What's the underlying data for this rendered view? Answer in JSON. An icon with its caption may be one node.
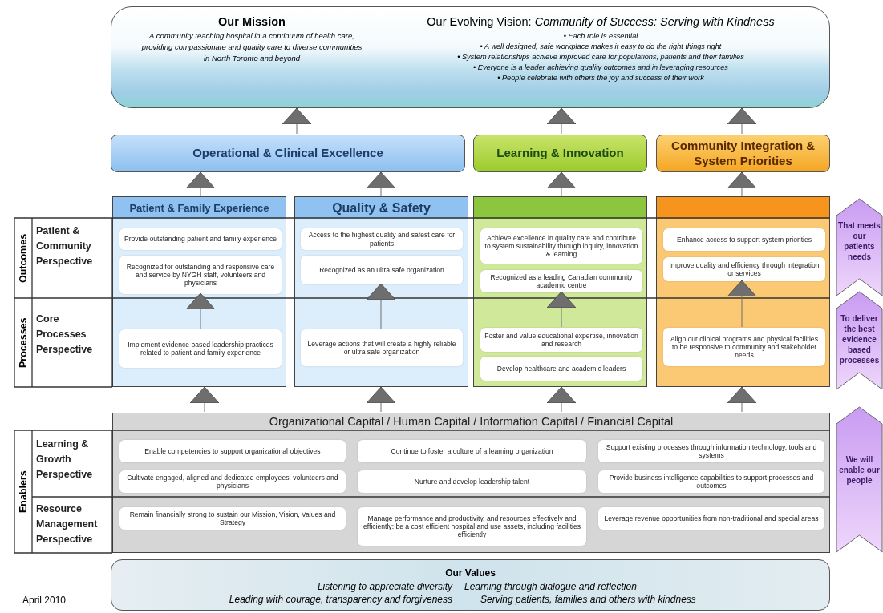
{
  "diagram": {
    "nodes": [
      {
        "text": [
          "Our Mission",
          "A community teaching hospital in a continuum of health care, providing compassionate and quality care to diverse communities in North Toronto and beyond",
          "Our Evolving Vision: *Community of Success: Serving with Kindness*",
          "• Each role is essential",
          "• A well designed, safe workplace makes it easy to do the right things right",
          "• System relationships achieve improved care for populations, patients and their families",
          "• Everyone is a leader achieving quality outcomes and in leveraging resources",
          "• People celebrate with others the joy and success of their work"
        ]
      },
      {
        "text": [
          "Operational & Clinical Excellence"
        ]
      },
      {
        "text": [
          "Learning & Innovation"
        ]
      },
      {
        "text": [
          "Community Integration & System Priorities"
        ]
      },
      {
        "text": [
          "Patient & Family Experience"
        ]
      },
      {
        "text": [
          "Quality & Safety"
        ]
      },
      {
        "text": [],
        "shape": "box"
      },
      {
        "text": [],
        "shape": "box"
      },
      {
        "text": [
          "Provide outstanding patient and family experience"
        ],
        "in": 4
      },
      {
        "text": [
          "Recognized for outstanding and responsive care and service by NYGH staff, volunteers and physicians"
        ],
        "in": 4
      },
      {
        "text": [
          "Implement evidence based leadership practices related to patient and family experience"
        ],
        "in": 4
      },
      {
        "text": [
          "Access to the highest quality and safest care for patients"
        ],
        "in": 5
      },
      {
        "text": [
          "Recognized as an ultra safe organization"
        ],
        "in": 5
      },
      {
        "text": [
          "Leverage actions that will create a highly reliable or ultra safe organization"
        ],
        "in": 5
      },
      {
        "text": [
          "Achieve excellence in quality care and contribute to system sustainability through inquiry, innovation & learning"
        ],
        "in": 6
      },
      {
        "text": [
          "Recognized as a leading Canadian community academic centre"
        ],
        "in": 6
      },
      {
        "text": [
          "Foster and value educational expertise, innovation and research"
        ],
        "in": 6
      },
      {
        "text": [
          "Develop healthcare and academic leaders"
        ],
        "in": 6
      },
      {
        "text": [
          "Enhance access to support system priorities"
        ],
        "in": 7
      },
      {
        "text": [
          "Improve quality and efficiency through integration or services"
        ],
        "in": 7
      },
      {
        "text": [
          "Align our clinical programs and physical facilities to be responsive to community and stakeholder needs"
        ],
        "in": 7
      },
      {
        "text": [
          "Organizational Capital / Human Capital / Information Capital / Financial Capital"
        ]
      },
      {
        "text": [
          "Enable competencies to support organizational objectives"
        ],
        "in": 21
      },
      {
        "text": [
          "Continue to foster a culture of a learning organization"
        ],
        "in": 21
      },
      {
        "text": [
          "Support existing processes through information technology, tools and systems"
        ],
        "in": 21
      },
      {
        "text": [
          "Cultivate engaged, aligned and dedicated employees, volunteers and physicians"
        ],
        "in": 21
      },
      {
        "text": [
          "Nurture and develop leadership talent"
        ],
        "in": 21
      },
      {
        "text": [
          "Provide business intelligence capabilities to support processes and outcomes"
        ],
        "in": 21
      },
      {
        "text": [
          "Remain financially strong to sustain our Mission, Vision, Values and Strategy"
        ],
        "in": 21
      },
      {
        "text": [
          "Manage performance and productivity, and resources effectively and efficiently: be a cost efficient hospital and use assets, including facilities efficiently"
        ],
        "in": 21
      },
      {
        "text": [
          "Leverage revenue opportunities from non-traditional and special areas"
        ],
        "in": 21
      },
      {
        "text": [
          "That meets our patients needs"
        ]
      },
      {
        "text": [
          "To deliver the best evidence based processes"
        ]
      },
      {
        "text": [
          "We will enable our people"
        ]
      },
      {
        "text": [
          "Our Values",
          "Listening to appreciate diversity",
          "Learning through dialogue and reflection",
          "Leading with courage, transparency and forgiveness",
          "Serving patients, families and others with kindness"
        ]
      }
    ],
    "edges": [
      {
        "from": 1,
        "to": 0,
        "arrow": "to"
      },
      {
        "from": 2,
        "to": 0,
        "arrow": "to"
      },
      {
        "from": 3,
        "to": 0,
        "arrow": "to"
      },
      {
        "from": 4,
        "to": 1,
        "arrow": "to"
      },
      {
        "from": 5,
        "to": 1,
        "arrow": "to"
      },
      {
        "from": 6,
        "to": 2,
        "arrow": "to"
      },
      {
        "from": 7,
        "to": 3,
        "arrow": "to"
      },
      {
        "from": 10,
        "to": 9,
        "arrow": "to"
      },
      {
        "from": 13,
        "to": 12,
        "arrow": "to"
      },
      {
        "from": 16,
        "to": 15,
        "arrow": "to"
      },
      {
        "from": 20,
        "to": 19,
        "arrow": "to"
      },
      {
        "from": 21,
        "to": 4,
        "arrow": "to"
      },
      {
        "from": 21,
        "to": 5,
        "arrow": "to"
      },
      {
        "from": 21,
        "to": 6,
        "arrow": "to"
      },
      {
        "from": 21,
        "to": 7,
        "arrow": "to"
      }
    ],
    "labels": [
      "Outcomes",
      "Patient & Community Perspective",
      "Processes",
      "Core Processes Perspective",
      "Enablers",
      "Learning & Growth Perspective",
      "Resource Management Perspective",
      "April 2010"
    ]
  }
}
